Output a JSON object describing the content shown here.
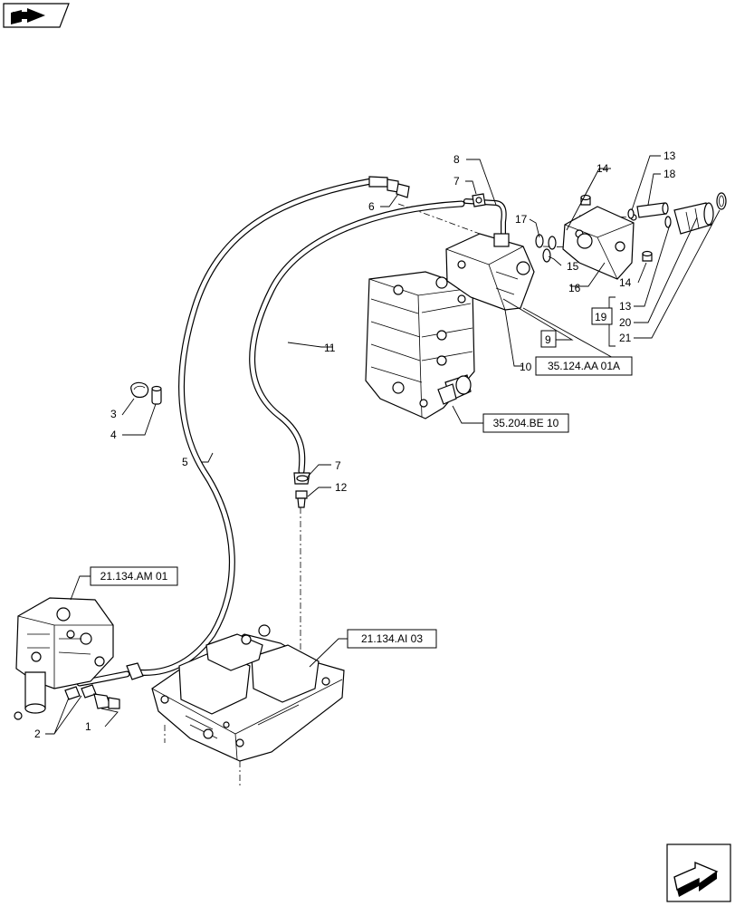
{
  "callouts": {
    "c1": "1",
    "c2": "2",
    "c3": "3",
    "c4": "4",
    "c5": "5",
    "c6": "6",
    "c7a": "7",
    "c7b": "7",
    "c8": "8",
    "c9": "9",
    "c10": "10",
    "c11": "11",
    "c12": "12",
    "c13a": "13",
    "c13b": "13",
    "c14a": "14",
    "c14b": "14",
    "c15": "15",
    "c16": "16",
    "c17": "17",
    "c18": "18",
    "c19": "19",
    "c20": "20",
    "c21": "21"
  },
  "refs": {
    "r_am01": "21.134.AM 01",
    "r_ai03": "21.134.AI 03",
    "r_be10": "35.204.BE 10",
    "r_aa01a": "35.124.AA 01A"
  },
  "icons": {
    "top": "book-arrow-icon",
    "bottom": "next-page-arrow-icon"
  }
}
